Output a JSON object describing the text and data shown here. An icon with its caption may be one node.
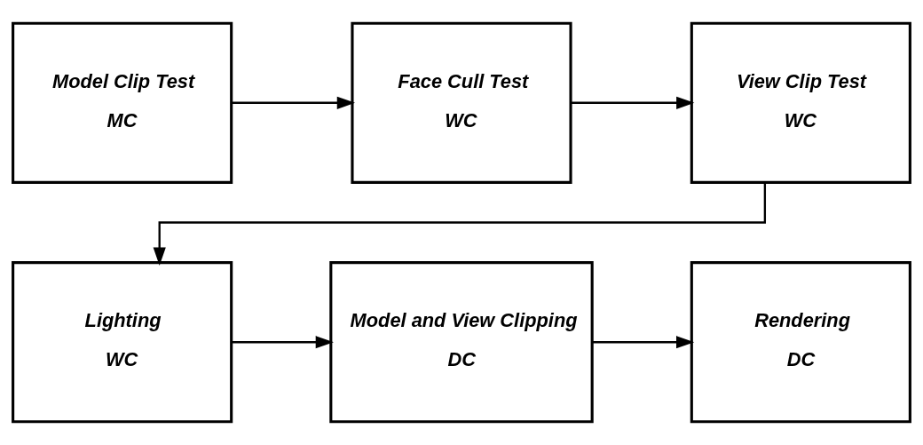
{
  "diagram": {
    "nodes": [
      {
        "text": [
          "Model Clip Test",
          "MC"
        ]
      },
      {
        "text": [
          "Face Cull Test",
          "WC"
        ]
      },
      {
        "text": [
          "View Clip Test",
          "WC"
        ]
      },
      {
        "text": [
          "Lighting",
          "WC"
        ]
      },
      {
        "text": [
          "Model and View Clipping",
          "DC"
        ]
      },
      {
        "text": [
          "Rendering",
          "DC"
        ]
      }
    ],
    "edges": [
      {
        "from": 0,
        "to": 1,
        "arrow": "to"
      },
      {
        "from": 1,
        "to": 2,
        "arrow": "to"
      },
      {
        "from": 2,
        "to": 3,
        "arrow": "to"
      },
      {
        "from": 3,
        "to": 4,
        "arrow": "to"
      },
      {
        "from": 4,
        "to": 5,
        "arrow": "to"
      }
    ]
  }
}
